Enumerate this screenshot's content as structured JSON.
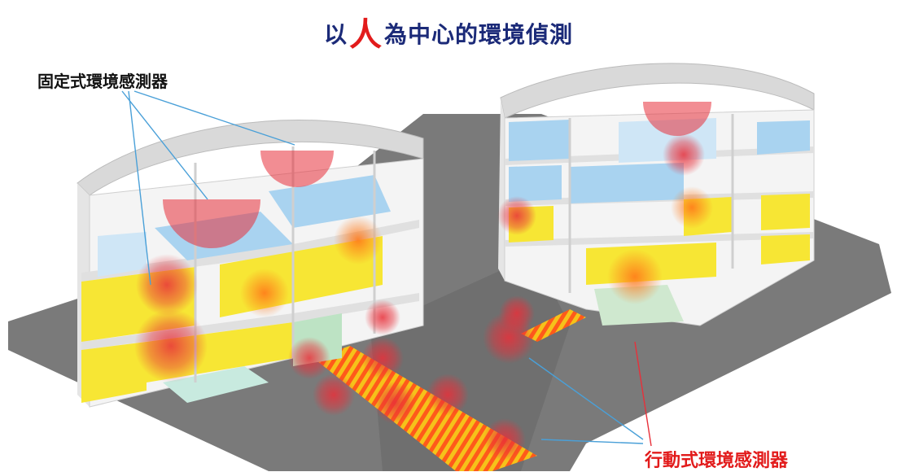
{
  "title": {
    "prefix": "以",
    "emphasis": "人",
    "suffix": "為中心的環境偵測"
  },
  "labels": {
    "fixed_sensor": "固定式環境感測器",
    "mobile_sensor": "行動式環境感測器"
  },
  "colors": {
    "title": "#1b2a78",
    "emphasis": "#e21b1b",
    "road": "#7a7a7a",
    "floor_yellow": "#f7e634",
    "floor_blue": "#a9d3f0",
    "sensor_red": "#e8303a",
    "leader_line": "#4aa0d8"
  }
}
